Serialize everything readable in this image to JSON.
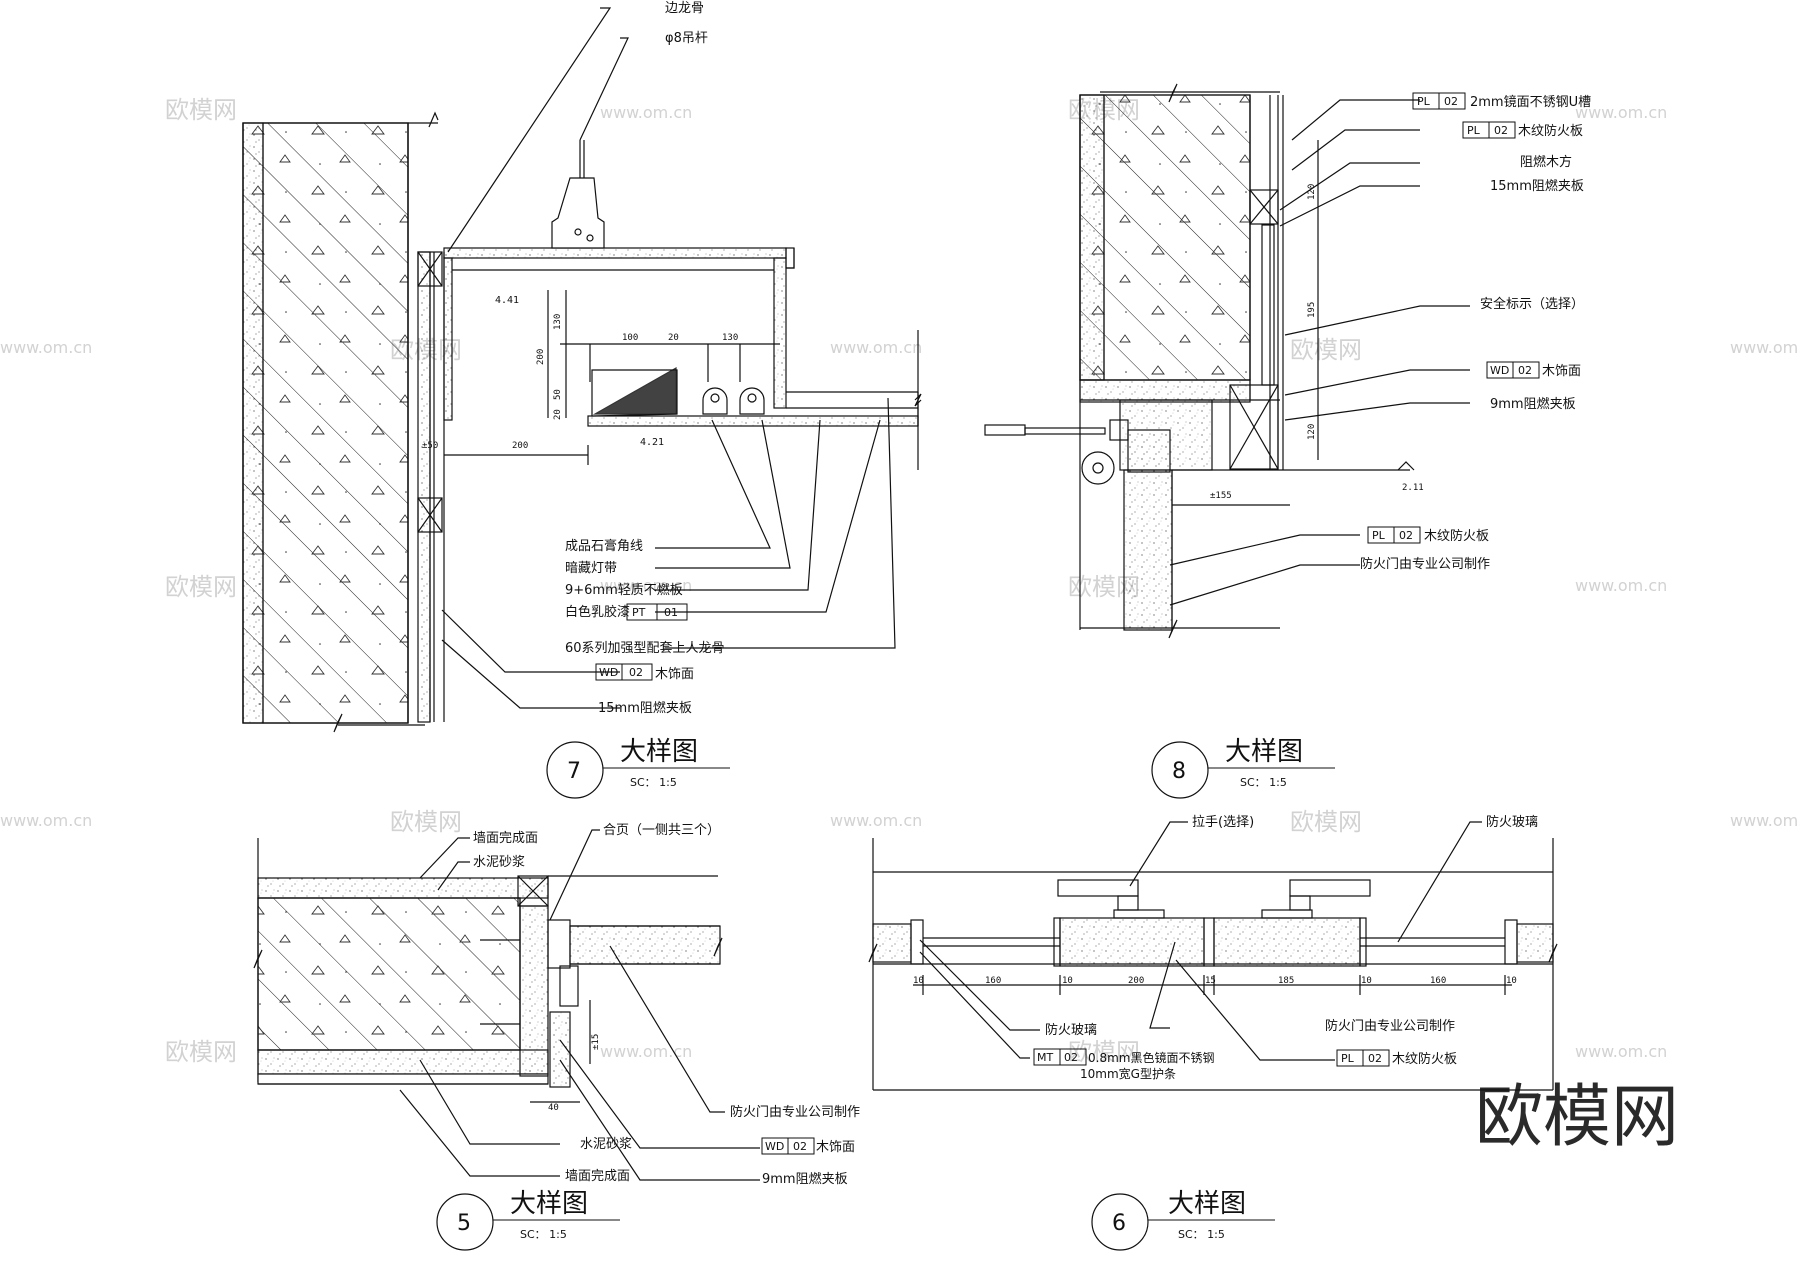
{
  "watermark": {
    "small": "www.om.cn",
    "cn": "欧模网",
    "big": "欧模网"
  },
  "d7": {
    "num": "7",
    "title": "大样图",
    "scale": "SC：   1:5",
    "labels": {
      "bianlonggu": "边龙骨",
      "diao": "φ8吊杆",
      "l1": "成品石膏角线",
      "l2": "暗藏灯带",
      "l3": "9+6mm轻质不燃板",
      "l4": "白色乳胶漆",
      "l4tag": "PT",
      "l4no": "01",
      "l5": "60系列加强型配套上人龙骨",
      "l6tag": "WD",
      "l6no": "02",
      "l6": "木饰面",
      "l7": "15mm阻燃夹板"
    },
    "dims": {
      "d441": "4.41",
      "d421": "4.21",
      "d130v": "130",
      "d200": "200",
      "d50": "50",
      "d20": "20",
      "d100": "100",
      "d20h": "20",
      "d130": "130",
      "d50b": "±50",
      "d200b": "200"
    }
  },
  "d8": {
    "num": "8",
    "title": "大样图",
    "scale": "SC：   1:5",
    "labels": {
      "r1tag": "PL",
      "r1no": "02",
      "r1": "2mm镜面不锈钢U槽",
      "r2tag": "PL",
      "r2no": "02",
      "r2": "木纹防火板",
      "r3": "阻燃木方",
      "r4": "15mm阻燃夹板",
      "r5": "安全标示（选择）",
      "r6tag": "WD",
      "r6no": "02",
      "r6": "木饰面",
      "r7": "9mm阻燃夹板",
      "r8tag": "PL",
      "r8no": "02",
      "r8": "木纹防火板",
      "r9": "防火门由专业公司制作"
    },
    "dims": {
      "d120a": "120",
      "d195": "195",
      "d120b": "120",
      "d155": "±155",
      "d211": "2.11"
    }
  },
  "d5": {
    "num": "5",
    "title": "大样图",
    "scale": "SC：   1:5",
    "labels": {
      "t1": "墙面完成面",
      "t2": "水泥砂浆",
      "t3": "合页（一侧共三个）",
      "b1": "防火门由专业公司制作",
      "b2tag": "WD",
      "b2no": "02",
      "b2": "木饰面",
      "b3": "9mm阻燃夹板",
      "b4": "水泥砂浆",
      "b5": "墙面完成面"
    },
    "dims": {
      "d40": "40",
      "d15": "±15"
    }
  },
  "d6": {
    "num": "6",
    "title": "大样图",
    "scale": "SC：   1:5",
    "labels": {
      "t1": "拉手(选择)",
      "t2": "防火玻璃",
      "b1": "防火玻璃",
      "b2": "防火门由专业公司制作",
      "b3tag": "MT",
      "b3no": "02",
      "b3a": "0.8mm黑色镜面不锈钢",
      "b3b": "10mm宽G型护条",
      "b4tag": "PL",
      "b4no": "02",
      "b4": "木纹防火板"
    },
    "dims": {
      "d160a": "160",
      "d10a": "10",
      "d200": "200",
      "d15": "15",
      "d185": "185",
      "d10b": "10",
      "d160b": "160",
      "d10c": "10",
      "d10d": "10"
    }
  }
}
